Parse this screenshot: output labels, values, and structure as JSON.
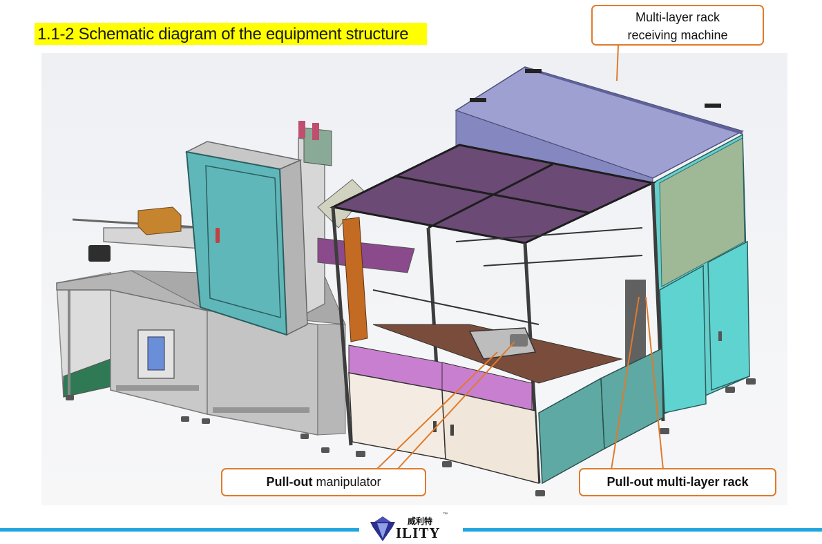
{
  "title": "1.1-2 Schematic diagram of the equipment structure",
  "callouts": {
    "top": {
      "line1": "Multi-layer rack",
      "line2": "receiving machine"
    },
    "left": {
      "bold": "Pull-out",
      "rest": " manipulator"
    },
    "right": {
      "bold": "Pull-out multi-layer rack"
    }
  },
  "logo": {
    "cn": "威利特",
    "tm": "™",
    "en": "ILITY"
  },
  "colors": {
    "title_highlight": "#ffff00",
    "callout_border": "#e07a2a",
    "footer_line": "#20a6de",
    "cabinet_panel": "#5fd3d0",
    "roof_panel": "#6b4a76",
    "top_box": "#8d8fc4",
    "side_panel_pink": "#c97fd0"
  }
}
